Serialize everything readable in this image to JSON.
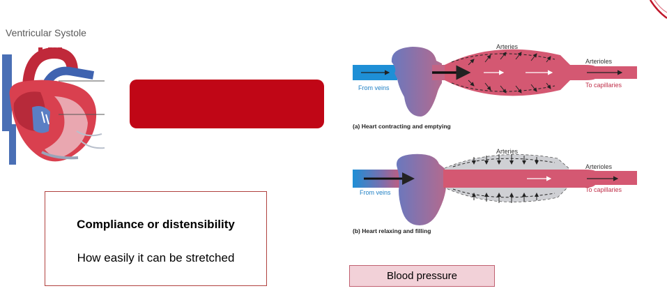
{
  "slide": {
    "title": "Ventricular Systole"
  },
  "info_box": {
    "heading": "Compliance or distensibility",
    "body": "How easily it can be stretched"
  },
  "diagram": {
    "panel_a": {
      "arteries_label": "Arteries",
      "arterioles_label": "Arterioles",
      "from_veins_label": "From veins",
      "to_capillaries_label": "To capillaries",
      "caption": "(a)  Heart contracting and emptying"
    },
    "panel_b": {
      "arteries_label": "Arteries",
      "arterioles_label": "Arterioles",
      "from_veins_label": "From veins",
      "to_capillaries_label": "To capillaries",
      "caption": "(b)  Heart relaxing and filling"
    }
  },
  "blood_pressure_label": "Blood pressure",
  "colors": {
    "accent_red": "#c00616",
    "vessel_pink": "#d45872",
    "vein_blue": "#1e8fd6",
    "heart_purple": "#7a6fae",
    "label_box_pink": "#f2d1d8"
  }
}
